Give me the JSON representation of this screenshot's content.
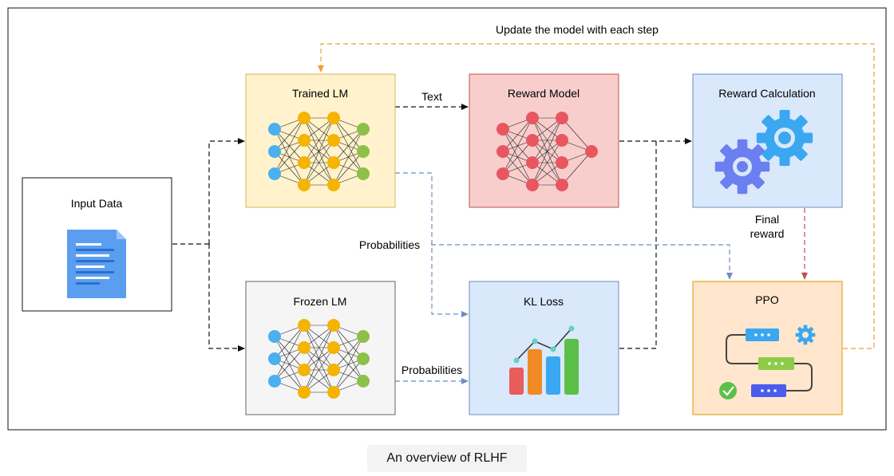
{
  "diagram": {
    "nodes": {
      "input": {
        "label": "Input Data"
      },
      "trained": {
        "label": "Trained LM"
      },
      "frozen": {
        "label": "Frozen LM"
      },
      "reward_model": {
        "label": "Reward Model"
      },
      "kl": {
        "label": "KL Loss"
      },
      "reward_calc": {
        "label": "Reward Calculation"
      },
      "ppo": {
        "label": "PPO"
      }
    },
    "edges": {
      "text": "Text",
      "probabilities_trained": "Probabilities",
      "probabilities_frozen": "Probabilities",
      "final_reward_line1": "Final",
      "final_reward_line2": "reward",
      "update": "Update the model with each step"
    },
    "colors": {
      "trained_fill": "#fff2cc",
      "trained_stroke": "#d6b656",
      "frozen_fill": "#f5f5f5",
      "frozen_stroke": "#666666",
      "reward_fill": "#f8cecc",
      "reward_stroke": "#b85450",
      "blue_fill": "#dae8fc",
      "blue_stroke": "#6c8ebf",
      "ppo_fill": "#ffe6cc",
      "ppo_stroke": "#d79b00",
      "update_arrow": "#f0a030",
      "prob_arrow": "#6c8ebf",
      "final_arrow": "#b85450"
    }
  },
  "caption": "An overview of RLHF"
}
